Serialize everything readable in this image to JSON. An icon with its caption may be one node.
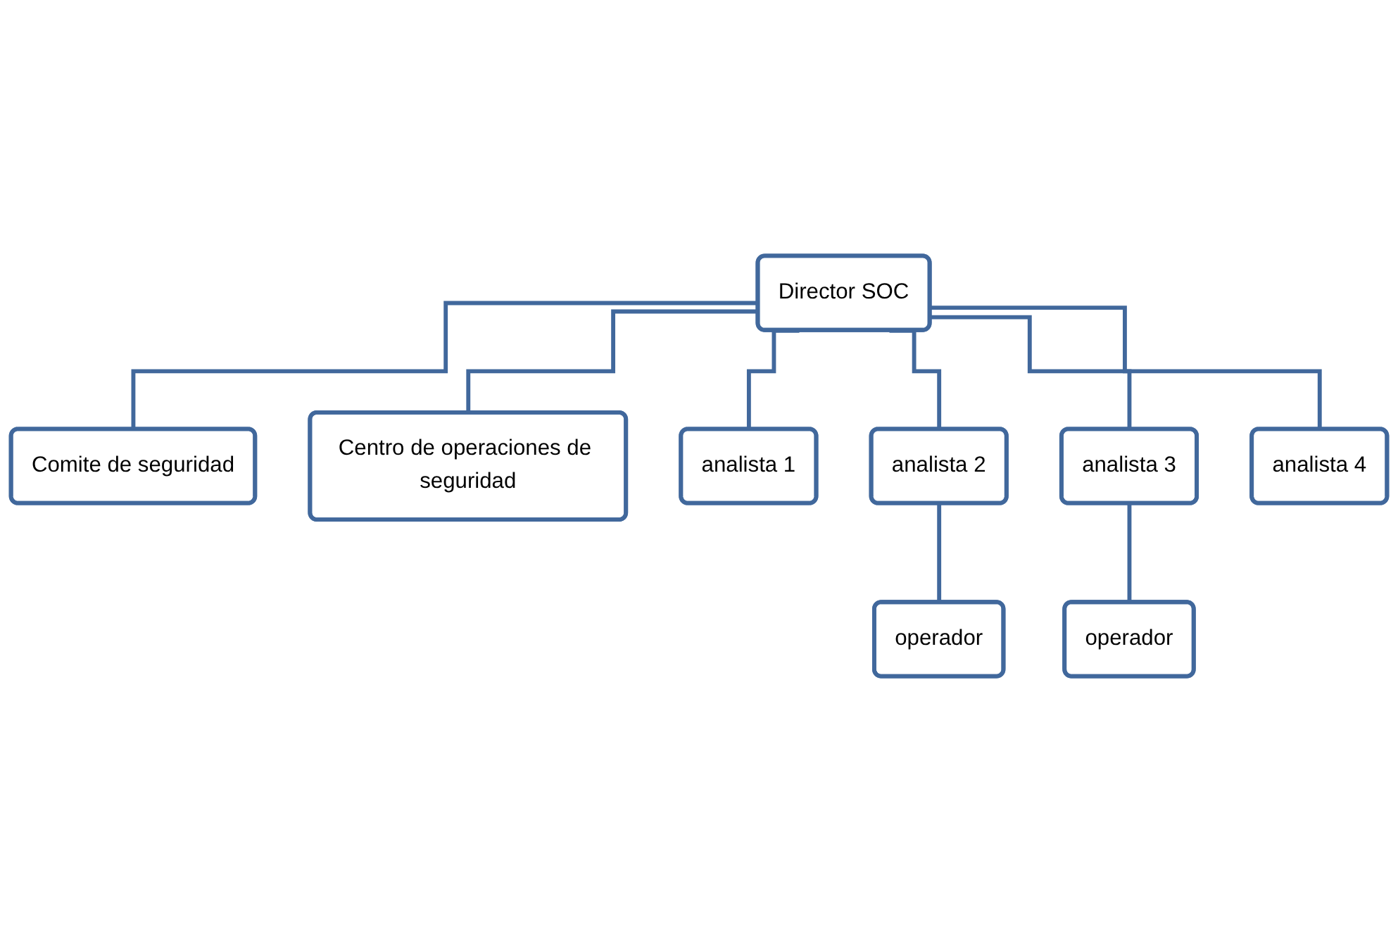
{
  "diagram": {
    "nodes": [
      {
        "text": [
          "Director SOC"
        ]
      },
      {
        "text": [
          "Comite de seguridad"
        ]
      },
      {
        "text": [
          "Centro de operaciones de seguridad"
        ]
      },
      {
        "text": [
          "analista 1"
        ]
      },
      {
        "text": [
          "analista 2"
        ]
      },
      {
        "text": [
          "analista 3"
        ]
      },
      {
        "text": [
          "analista 4"
        ]
      },
      {
        "text": [
          "operador"
        ]
      },
      {
        "text": [
          "operador"
        ]
      }
    ],
    "edges": [
      {
        "from": 0,
        "to": 1,
        "arrow": "none"
      },
      {
        "from": 0,
        "to": 2,
        "arrow": "none"
      },
      {
        "from": 0,
        "to": 3,
        "arrow": "none"
      },
      {
        "from": 0,
        "to": 4,
        "arrow": "none"
      },
      {
        "from": 0,
        "to": 5,
        "arrow": "none"
      },
      {
        "from": 0,
        "to": 6,
        "arrow": "none"
      },
      {
        "from": 4,
        "to": 7,
        "arrow": "none"
      },
      {
        "from": 5,
        "to": 8,
        "arrow": "none"
      }
    ]
  }
}
